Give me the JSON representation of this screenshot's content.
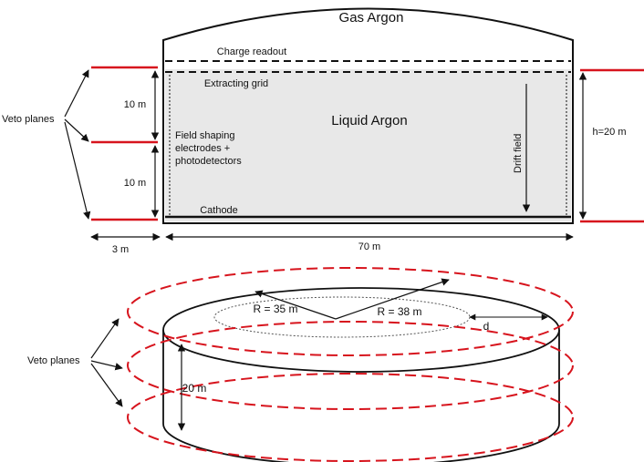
{
  "top": {
    "gas_label": "Gas Argon",
    "charge_readout": "Charge readout",
    "extracting_grid": "Extracting grid",
    "liquid_label": "Liquid Argon",
    "field_shaping_line1": "Field shaping",
    "field_shaping_line2": "electrodes +",
    "field_shaping_line3": "photodetectors",
    "drift_field": "Drift field",
    "cathode": "Cathode",
    "veto_planes": "Veto planes",
    "dim_upper": "10 m",
    "dim_lower": "10 m",
    "dim_height": "h=20 m",
    "dim_side": "3 m",
    "dim_width": "70 m"
  },
  "bottom": {
    "veto_planes": "Veto planes",
    "r_inner": "R = 35 m",
    "r_outer": "R = 38 m",
    "d_label": "d",
    "height": "20 m"
  },
  "colors": {
    "veto": "#d7141d",
    "liquid_fill": "#e8e8e8",
    "line": "#111111"
  }
}
